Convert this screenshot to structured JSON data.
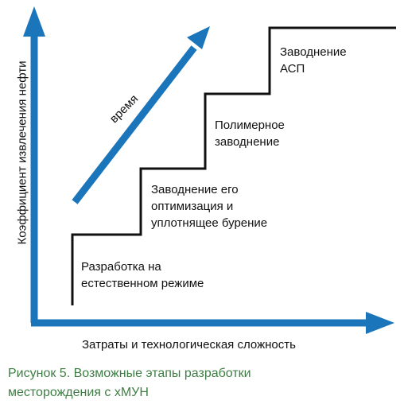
{
  "axes": {
    "y_label": "Коэффициент извлечения нефти",
    "x_label": "Затраты и технологическая сложность"
  },
  "time_arrow_label": "время",
  "stages": [
    {
      "lines": [
        "Разработка на",
        "естественном режиме"
      ]
    },
    {
      "lines": [
        "Заводнение его",
        "оптимизация и",
        "уплотнящее бурение"
      ]
    },
    {
      "lines": [
        "Полимерное",
        "заводнение"
      ]
    },
    {
      "lines": [
        "Заводнение",
        "АСП"
      ]
    }
  ],
  "caption": {
    "line1": "Рисунок 5. Возможные этапы разработки",
    "line2": "месторождения с хМУН"
  },
  "colors": {
    "arrow_blue": "#1b75bb",
    "step_line": "#111111",
    "caption_green": "#3e7e44"
  }
}
